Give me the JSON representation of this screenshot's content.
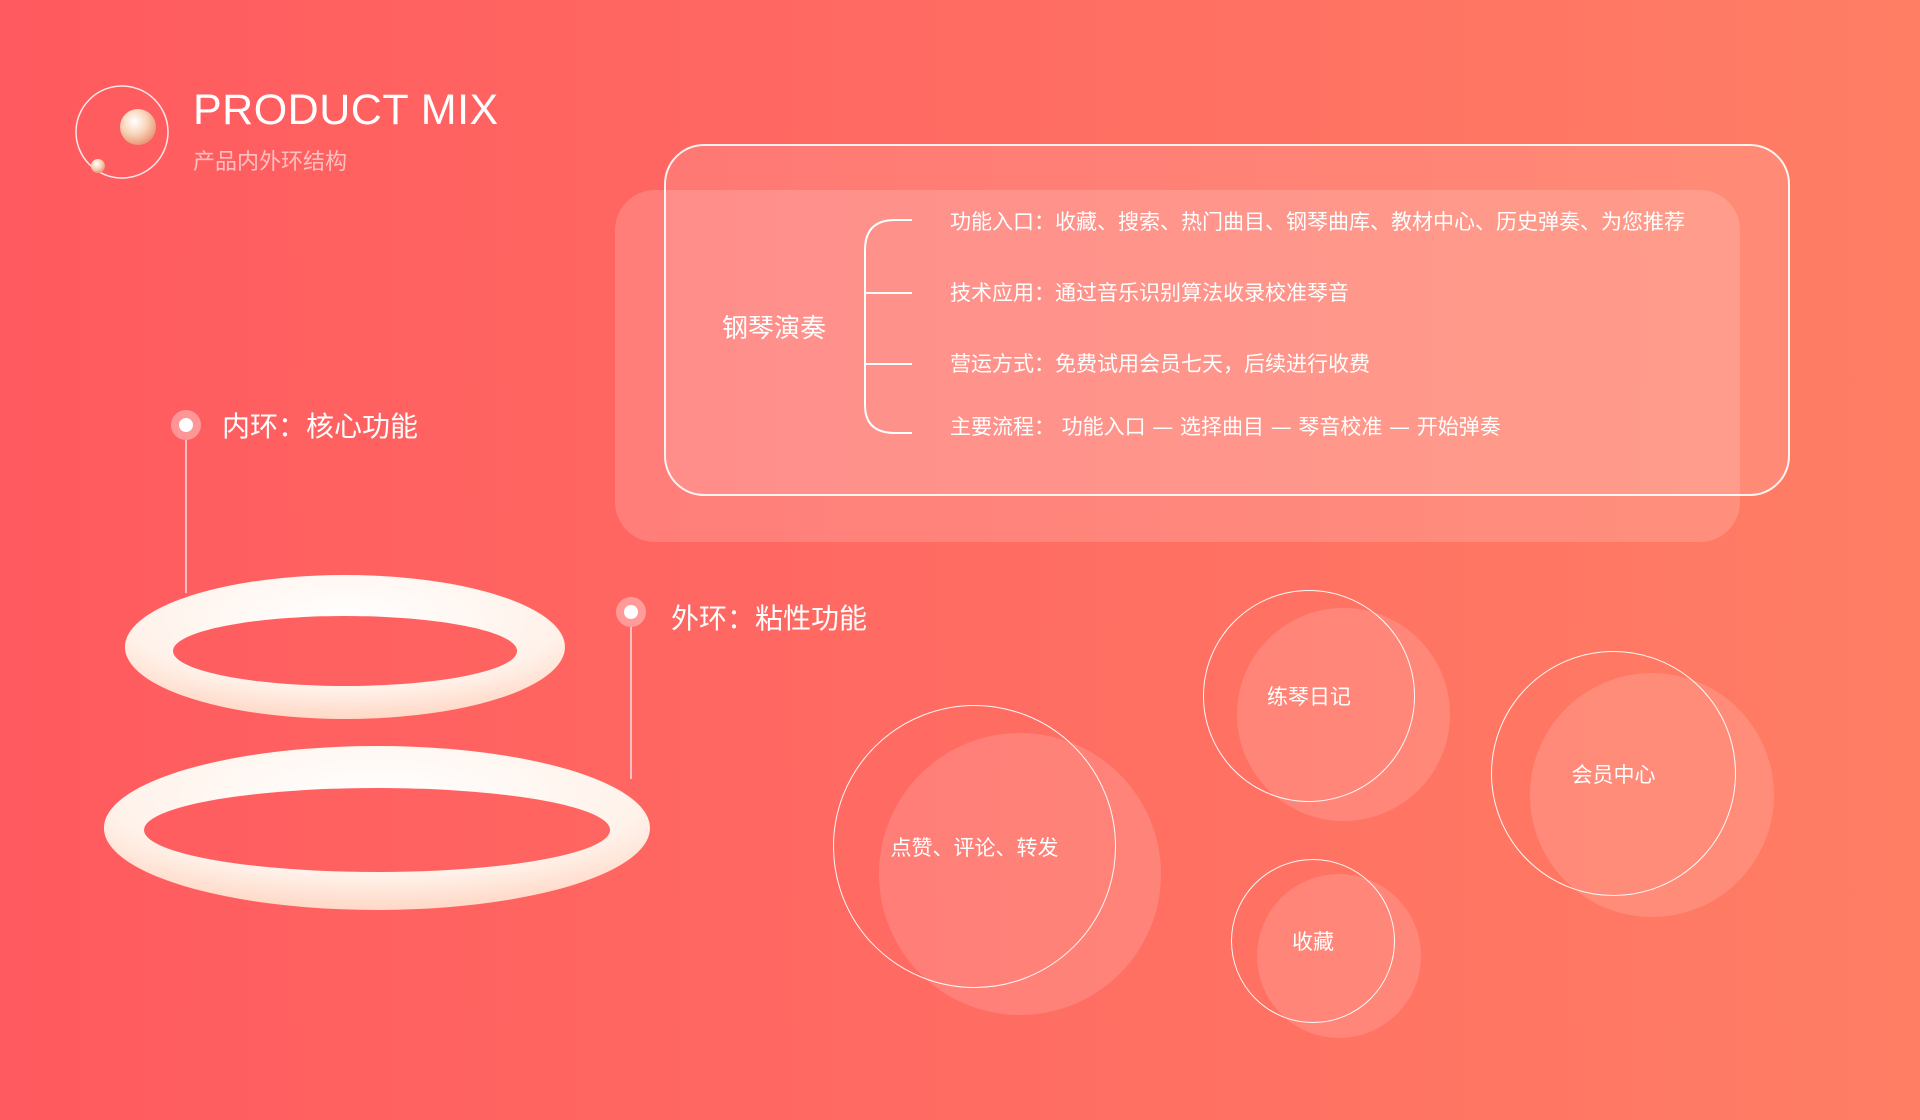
{
  "header": {
    "title": "PRODUCT MIX",
    "subtitle": "产品内外环结构"
  },
  "rings": {
    "inner_label": "内环：核心功能",
    "outer_label": "外环：粘性功能"
  },
  "core": {
    "title": "钢琴演奏",
    "lines": [
      "功能入口：收藏、搜索、热门曲目、钢琴曲库、教材中心、历史弹奏、为您推荐",
      "技术应用：通过音乐识别算法收录校准琴音",
      "营运方式：免费试用会员七天，后续进行收费",
      "主要流程： 功能入口 — 选择曲目 — 琴音校准 — 开始弹奏"
    ]
  },
  "sticky_features": [
    "点赞、评论、转发",
    "练琴日记",
    "收藏",
    "会员中心"
  ],
  "colors": {
    "background_start": "#ff5a5f",
    "background_end": "#ff7e64",
    "ring": "#fff3ec",
    "logo_ball": "#f7c9a6"
  }
}
